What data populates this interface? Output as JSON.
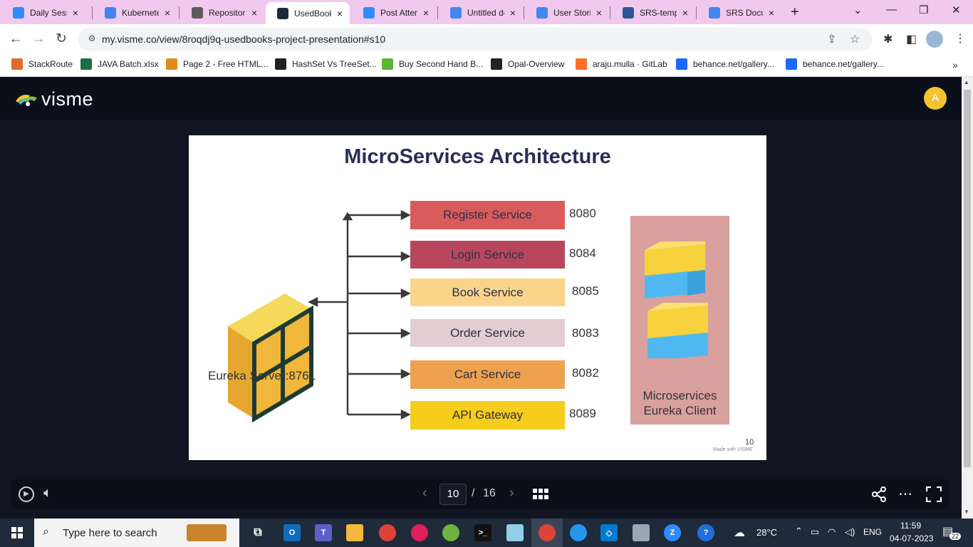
{
  "browser": {
    "tabs": [
      {
        "title": "Daily Sessi",
        "icon": "zoom-icon",
        "color": "#2d8cff",
        "active": false
      },
      {
        "title": "Kubernete",
        "icon": "docs-icon",
        "color": "#4285f4",
        "active": false
      },
      {
        "title": "Repositorie",
        "icon": "gitlab-icon",
        "color": "#5a5a5a",
        "active": false
      },
      {
        "title": "UsedBooks",
        "icon": "visme-icon",
        "color": "#1b2a3a",
        "active": true
      },
      {
        "title": "Post Atten",
        "icon": "zoom-icon",
        "color": "#2d8cff",
        "active": false
      },
      {
        "title": "Untitled dc",
        "icon": "docs-icon",
        "color": "#4285f4",
        "active": false
      },
      {
        "title": "User Storie",
        "icon": "docs-icon",
        "color": "#4285f4",
        "active": false
      },
      {
        "title": "SRS-templ",
        "icon": "word-icon",
        "color": "#2b579a",
        "active": false
      },
      {
        "title": "SRS Docur",
        "icon": "docs-icon",
        "color": "#4285f4",
        "active": false
      }
    ],
    "url": "my.visme.co/view/8roqdj9q-usedbooks-project-presentation#s10",
    "bookmarks": [
      {
        "label": "StackRoute",
        "icon": "stackroute-icon",
        "color": "#e06a2b"
      },
      {
        "label": "JAVA Batch.xlsx",
        "icon": "excel-icon",
        "color": "#1d6f42"
      },
      {
        "label": "Page 2 - Free HTML...",
        "icon": "t-icon",
        "color": "#e28a1b"
      },
      {
        "label": "HashSet Vs TreeSet...",
        "icon": "terminal-icon",
        "color": "#222222"
      },
      {
        "label": "Buy Second Hand B...",
        "icon": "leaf-icon",
        "color": "#5cb531"
      },
      {
        "label": "Opal-Overview",
        "icon": "opal-icon",
        "color": "#222222"
      },
      {
        "label": "araju.mulla · GitLab",
        "icon": "gitlab-icon",
        "color": "#fc6d26"
      },
      {
        "label": "behance.net/gallery...",
        "icon": "behance-icon",
        "color": "#1769ff"
      },
      {
        "label": "behance.net/gallery...",
        "icon": "behance-icon",
        "color": "#1769ff"
      }
    ]
  },
  "visme": {
    "logo_text": "visme",
    "avatar_letter": "A",
    "slide": {
      "title": "MicroServices Architecture",
      "server_label": "Eureka Server:8761",
      "services": [
        {
          "name": "Register Service",
          "port": "8080",
          "color": "#d95b5b"
        },
        {
          "name": "Login Service",
          "port": "8084",
          "color": "#b8475d"
        },
        {
          "name": "Book Service",
          "port": "8085",
          "color": "#f9d58c"
        },
        {
          "name": "Order Service",
          "port": "8083",
          "color": "#e2cdd3"
        },
        {
          "name": "Cart Service",
          "port": "8082",
          "color": "#eea24f"
        },
        {
          "name": "API Gateway",
          "port": "8089",
          "color": "#f6cd1a"
        }
      ],
      "client_label_line1": "Microservices",
      "client_label_line2": "Eureka  Client",
      "slide_number": "10",
      "made_with": "Made with VISME"
    },
    "controls": {
      "current_page": "10",
      "separator": "/",
      "total_pages": "16"
    }
  },
  "taskbar": {
    "search_placeholder": "Type here to search",
    "temperature": "28°C",
    "language": "ENG",
    "time": "11:59",
    "date": "04-07-2023",
    "notification_count": "22"
  }
}
